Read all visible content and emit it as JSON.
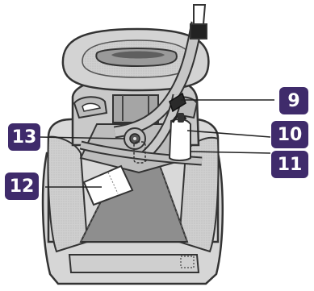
{
  "callouts": [
    {
      "id": "13",
      "label": "13"
    },
    {
      "id": "12",
      "label": "12"
    },
    {
      "id": "9",
      "label": "9"
    },
    {
      "id": "10",
      "label": "10"
    },
    {
      "id": "11",
      "label": "11"
    }
  ],
  "colors": {
    "callout_bg": "#3f2b6b",
    "callout_text": "#ffffff",
    "seat_fill": "#d8d8d8",
    "seat_inner": "#bdbdbd",
    "seat_dark": "#8c8c8c",
    "outline": "#333333"
  }
}
